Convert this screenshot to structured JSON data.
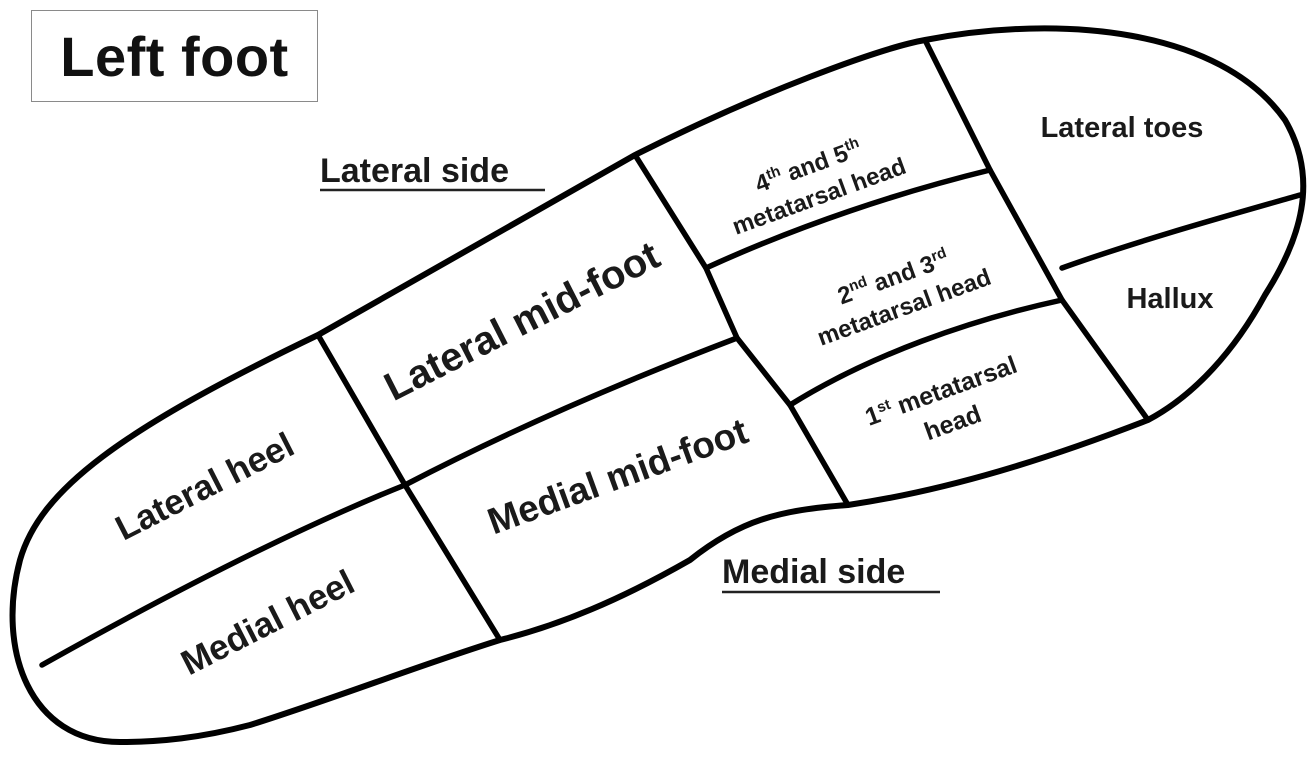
{
  "title": "Left foot",
  "sides": {
    "lateral": "Lateral side",
    "medial": "Medial side"
  },
  "regions": {
    "lateral_heel": "Lateral heel",
    "medial_heel": "Medial heel",
    "lateral_midfoot": "Lateral mid-foot",
    "medial_midfoot": "Medial mid-foot",
    "met45": {
      "n1": "4",
      "s1": "th",
      "mid": " and 5",
      "s2": "th",
      "line2": "metatarsal head"
    },
    "met23": {
      "n1": "2",
      "s1": "nd",
      "mid": " and 3",
      "s2": "rd",
      "line2": "metatarsal head"
    },
    "met1": {
      "n1": "1",
      "s1": "st",
      "rest": " metatarsal",
      "line2": "head"
    },
    "lateral_toes": "Lateral toes",
    "hallux": "Hallux"
  }
}
